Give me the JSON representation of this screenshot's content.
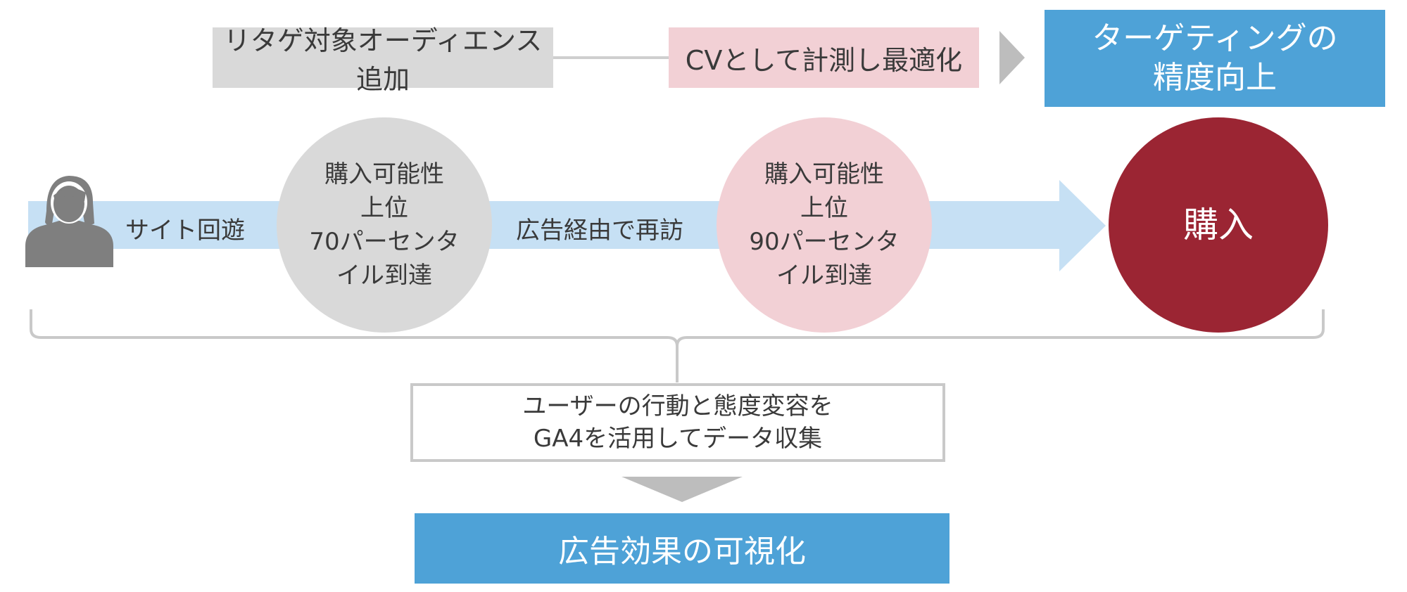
{
  "top_row": {
    "retarget_label": "リタゲ対象オーディエンス追加",
    "cv_label": "CVとして計測し最適化",
    "targeting_line1": "ターゲティングの",
    "targeting_line2": "精度向上"
  },
  "flow": {
    "step1_label": "サイト回遊",
    "stage1_lines": [
      "購入可能性",
      "上位",
      "70パーセンタ",
      "イル到達"
    ],
    "step2_label": "広告経由で再訪",
    "stage2_lines": [
      "購入可能性",
      "上位",
      "90パーセンタ",
      "イル到達"
    ],
    "final_label": "購入"
  },
  "summary": {
    "line1": "ユーザーの行動と態度変容を",
    "line2": "GA4を活用してデータ収集"
  },
  "result": {
    "label": "広告効果の可視化"
  },
  "colors": {
    "gray_fill": "#d9d9d9",
    "pink_fill": "#f2d0d5",
    "blue_fill": "#4ea2d7",
    "light_blue_band": "#c6e0f4",
    "purchase_red": "#9b2533"
  }
}
